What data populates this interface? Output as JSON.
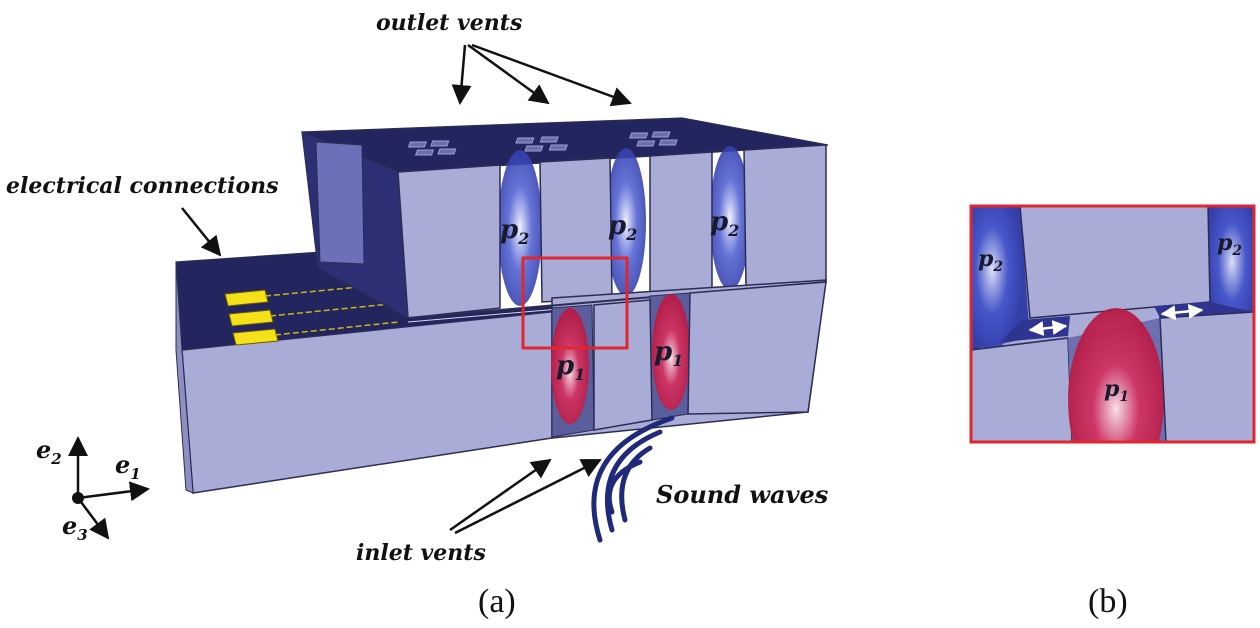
{
  "figure": {
    "labels": {
      "outlet_vents": "outlet vents",
      "electrical_connections": "electrical connections",
      "inlet_vents": "inlet vents",
      "sound_waves": "Sound waves"
    },
    "pressure_symbols": {
      "p2_base": "p",
      "p2_sub": "2",
      "p1_base": "p",
      "p1_sub": "1"
    },
    "axes": {
      "e1_base": "e",
      "e1_sub": "1",
      "e2_base": "e",
      "e2_sub": "2",
      "e3_base": "e",
      "e3_sub": "3"
    },
    "captions": {
      "panel_a": "(a)",
      "panel_b": "(b)"
    }
  },
  "colors": {
    "block_face": "#a9acd6",
    "block_top": "#23255e",
    "block_edge": "#2b2d55",
    "p2_region": "#3a4bb8",
    "p1_region": "#c81e4e",
    "highlight": "#e0262f",
    "contacts": "#f4e11a"
  }
}
